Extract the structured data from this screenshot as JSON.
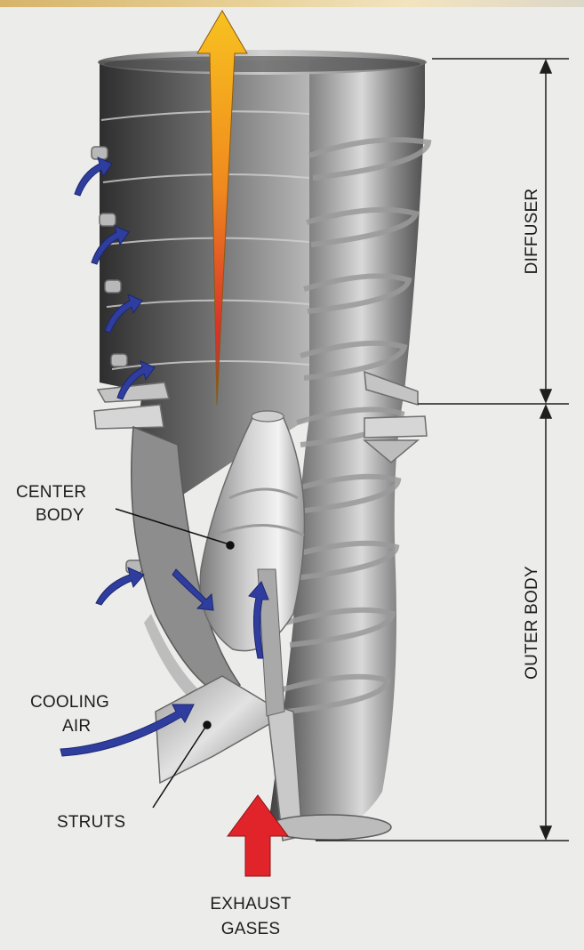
{
  "labels": {
    "diffuser": "DIFFUSER",
    "outer_body": "OUTER BODY",
    "center_body_line1": "CENTER",
    "center_body_line2": "BODY",
    "cooling_air_line1": "COOLING",
    "cooling_air_line2": "AIR",
    "struts": "STRUTS",
    "exhaust_line1": "EXHAUST",
    "exhaust_line2": "GASES"
  },
  "colors": {
    "background": "#ececea",
    "accent_bar": "#d6b46a",
    "cooling_arrow": "#2f3e9e",
    "exhaust_arrow": "#e0242a",
    "outlet_arrow_top": "#f4b91a",
    "outlet_arrow_bottom": "#d0302c",
    "metal_dark": "#4a4a4a",
    "metal_light": "#e4e4e4"
  },
  "icons": {
    "cooling_air_arrow": "curved-arrow-icon",
    "exhaust_inlet_arrow": "arrow-up-icon",
    "outlet_arrow": "arrow-up-icon"
  }
}
